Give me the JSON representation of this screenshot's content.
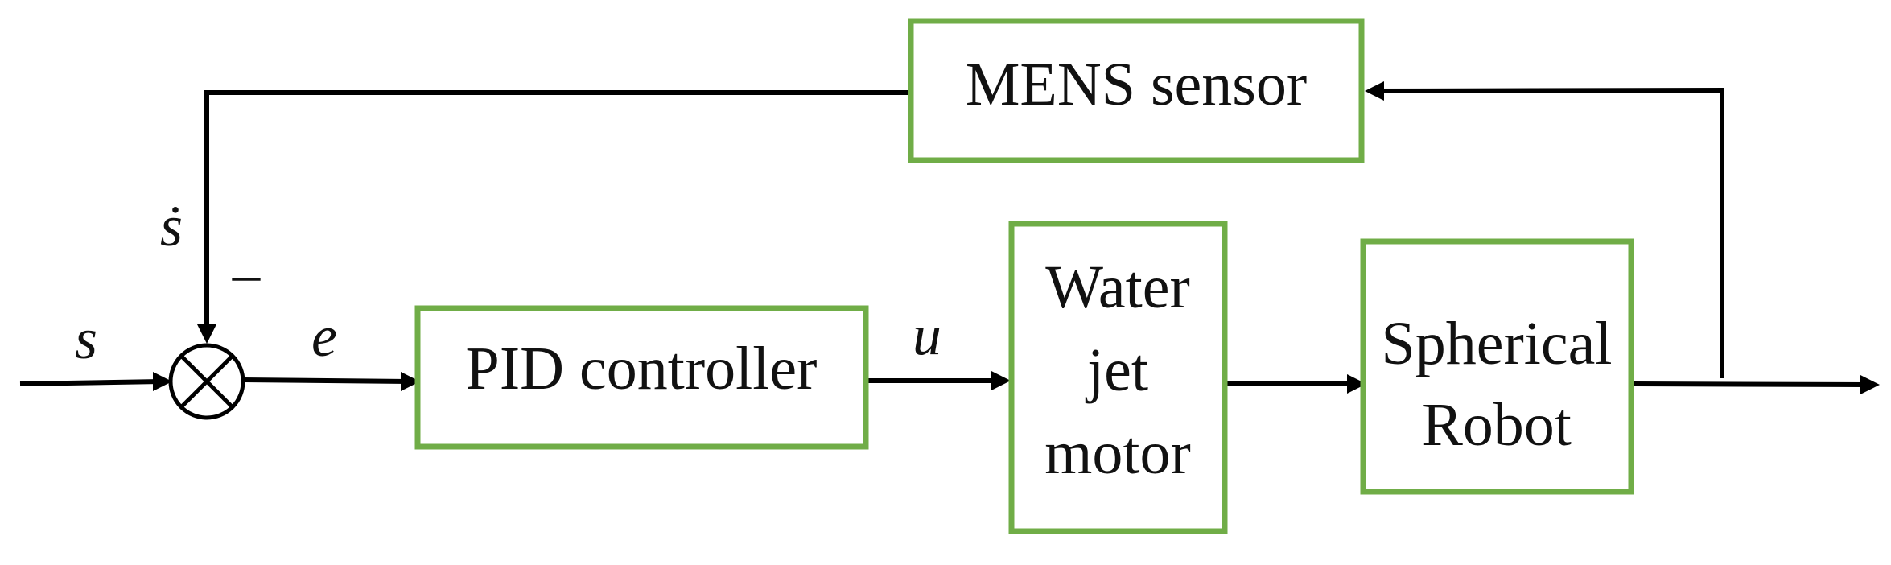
{
  "colors": {
    "box_border": "#70ad47",
    "line": "#000000",
    "text": "#111111"
  },
  "blocks": {
    "sensor": {
      "label": "MENS sensor"
    },
    "pid": {
      "label": "PID controller"
    },
    "motor": {
      "lines": [
        "Water",
        "jet",
        "motor"
      ]
    },
    "robot": {
      "lines": [
        "Spherical",
        "Robot"
      ]
    }
  },
  "signals": {
    "input": "s",
    "error": "e",
    "control": "u",
    "feedback": "ṡ",
    "feedback_sign": "−"
  },
  "summing_junction": {
    "symbol": "cross-circle"
  }
}
